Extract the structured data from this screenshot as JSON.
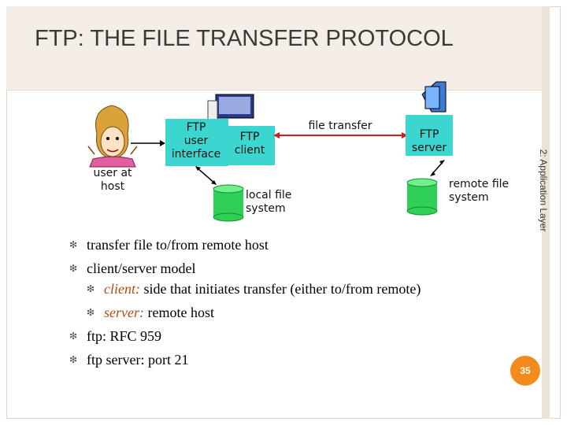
{
  "slide": {
    "title": "FTP: THE FILE TRANSFER PROTOCOL",
    "side_label": "2: Application Layer",
    "page_number": "35"
  },
  "diagram": {
    "user_label": "user at host",
    "ftp_ui_label": "FTP user interface",
    "ftp_client_label": "FTP client",
    "file_transfer_label": "file transfer",
    "ftp_server_label": "FTP server",
    "local_fs_label": "local file system",
    "remote_fs_label": "remote file system"
  },
  "bullets": [
    {
      "text": "transfer file to/from remote host"
    },
    {
      "text": "client/server model"
    },
    {
      "em": "client:",
      "text": " side that initiates transfer (either to/from remote)"
    },
    {
      "em": "server:",
      "text": " remote host"
    },
    {
      "text": "ftp: RFC 959"
    },
    {
      "text": "ftp server: port 21"
    }
  ],
  "colors": {
    "box": "#3bd6cf",
    "disk": "#2fcf57",
    "accent": "#f28a1c"
  }
}
